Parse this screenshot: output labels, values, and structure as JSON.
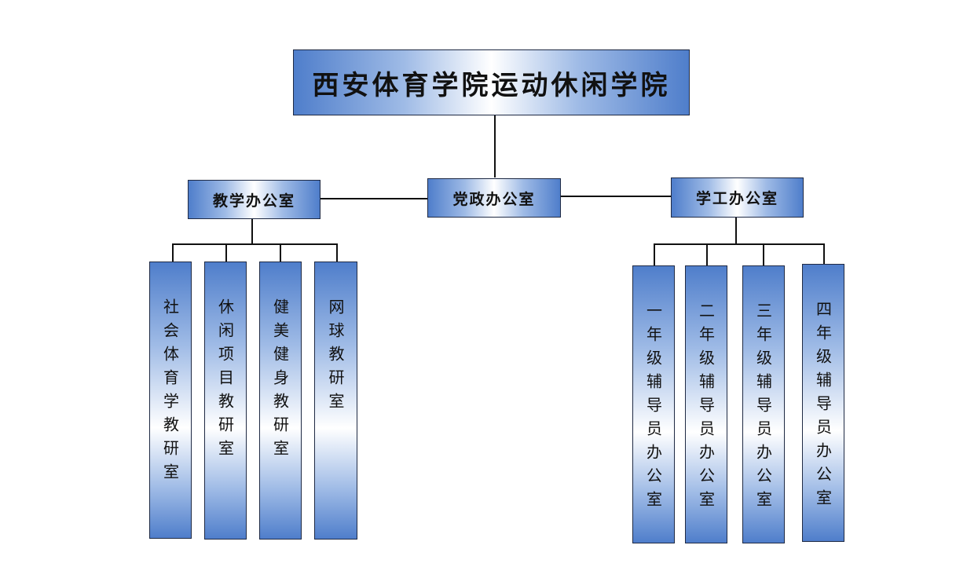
{
  "root": {
    "label": "西安体育学院运动休闲学院"
  },
  "offices": {
    "teaching": "教学办公室",
    "party": "党政办公室",
    "student": "学工办公室"
  },
  "teaching_units": [
    "社会体育学教研室",
    "休闲项目教研室",
    "健美健身教研室",
    "网球教研室"
  ],
  "student_units": [
    "一年级辅导员办公室",
    "二年级辅导员办公室",
    "三年级辅导员办公室",
    "四年级辅导员办公室"
  ]
}
